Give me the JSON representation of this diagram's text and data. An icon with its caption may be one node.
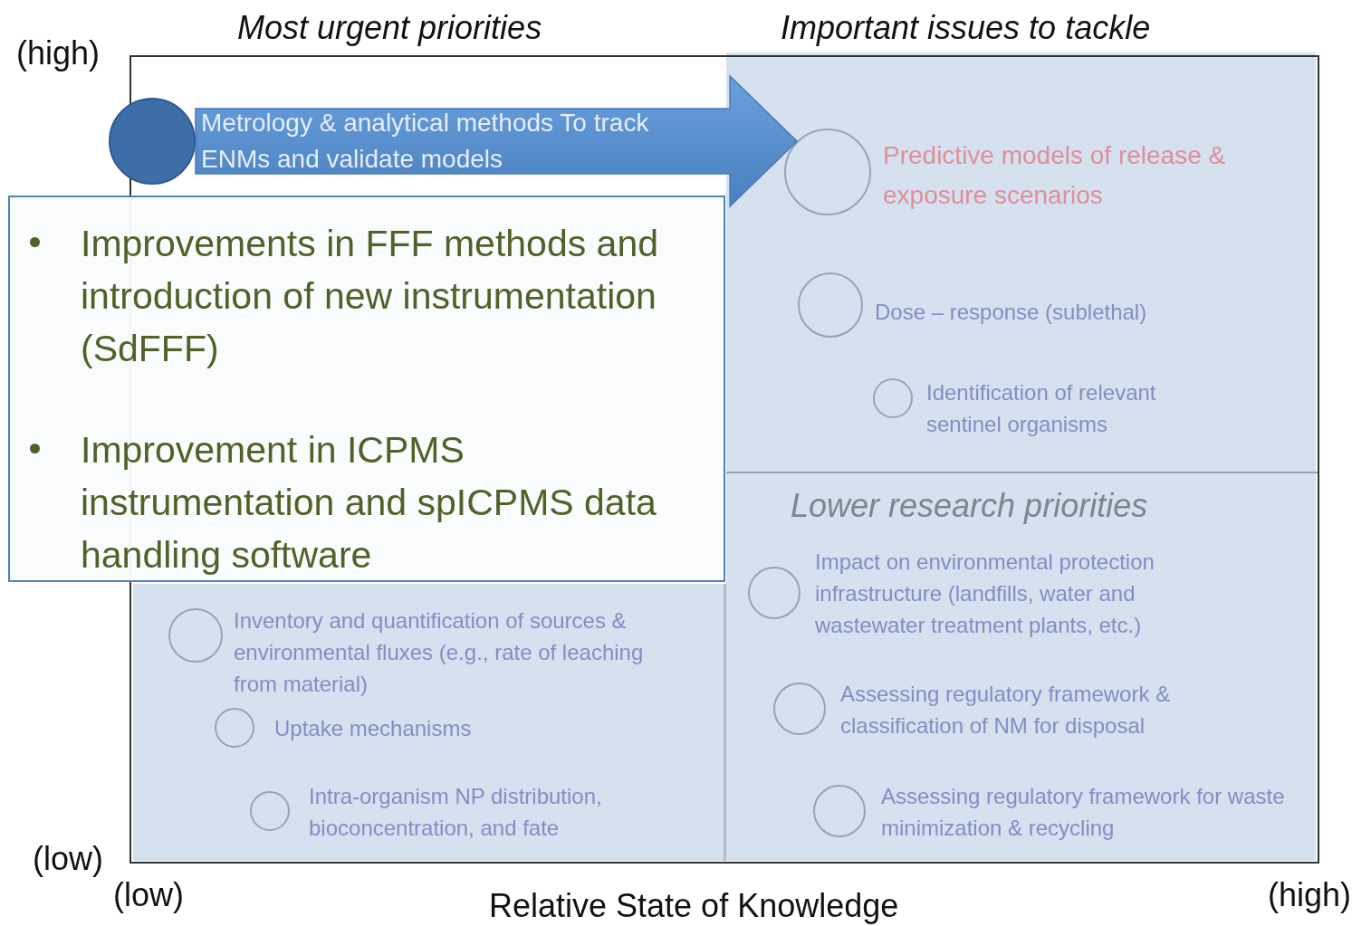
{
  "diagram": {
    "nodes": [
      {
        "text": [],
        "shape": "circle"
      },
      {
        "text": [],
        "shape": "circle",
        "beside": [
          "Predictive models of release & exposure scenarios"
        ]
      },
      {
        "text": [
          "Improvements in FFF methods and introduction of new instrumentation (SdFFF)",
          "Improvement in ICPMS instrumentation and spICPMS data handling software"
        ]
      },
      {
        "text": [],
        "shape": "circle",
        "beside": [
          "Dose – response (sublethal)"
        ]
      },
      {
        "text": [],
        "shape": "circle",
        "beside": [
          "Identification of relevant sentinel organisms"
        ]
      },
      {
        "text": [],
        "shape": "circle",
        "beside": [
          "Inventory and quantification of sources & environmental fluxes (e.g., rate of leaching from material)"
        ]
      },
      {
        "text": [],
        "shape": "circle",
        "beside": [
          "Impact on environmental protection infrastructure (landfills, water and wastewater treatment plants, etc.)"
        ]
      },
      {
        "text": [],
        "shape": "circle",
        "beside": [
          "Uptake mechanisms"
        ]
      },
      {
        "text": [],
        "shape": "circle",
        "beside": [
          "Assessing regulatory framework & classification of NM for disposal"
        ]
      },
      {
        "text": [],
        "shape": "circle",
        "beside": [
          "Intra-organism NP distribution, bioconcentration, and fate"
        ]
      },
      {
        "text": [],
        "shape": "circle",
        "beside": [
          "Assessing regulatory framework for waste minimization & recycling"
        ]
      }
    ],
    "edges": [
      {
        "from": 0,
        "to": 1,
        "arrow": "to",
        "style": "thick",
        "label": "Metrology & analytical methods To track ENMs and validate models"
      }
    ],
    "labels": [
      "Most urgent priorities",
      "Important issues to tackle",
      "(high)",
      "Lower research priorities",
      "(low)",
      "(low)",
      "Relative State of Knowledge",
      "(high)"
    ]
  }
}
